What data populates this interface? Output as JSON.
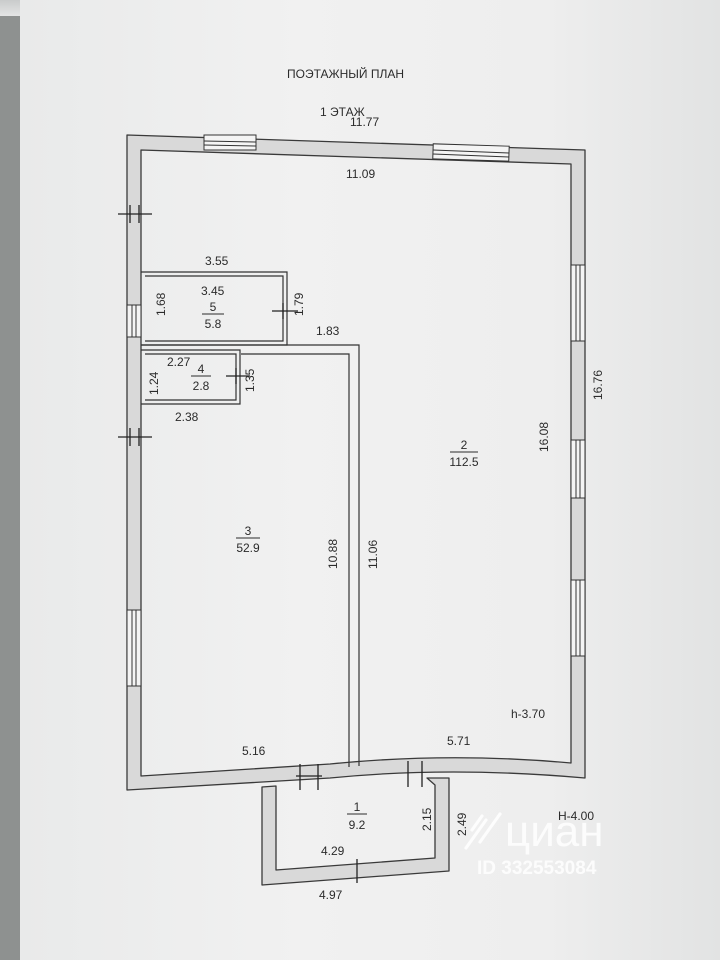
{
  "plan": {
    "title": "ПОЭТАЖНЫЙ ПЛАН",
    "floor": "1 ЭТАЖ"
  },
  "rooms": [
    {
      "number": "1",
      "area": "9.2"
    },
    {
      "number": "2",
      "area": "112.5"
    },
    {
      "number": "3",
      "area": "52.9"
    },
    {
      "number": "4",
      "area": "2.8"
    },
    {
      "number": "5",
      "area": "5.8"
    }
  ],
  "dims": {
    "outer_top": "11.77",
    "inner_top": "11.09",
    "outer_right": "16.76",
    "inner_right": "16.08",
    "r5_top_outer": "3.55",
    "r5_top_inner": "3.45",
    "r5_left": "1.68",
    "r5_right": "1.79",
    "r2_step": "1.83",
    "r4_top": "2.27",
    "r4_left": "1.24",
    "r4_right": "1.35",
    "r4_bottom": "2.38",
    "r3_right": "10.88",
    "r2_left": "11.06",
    "r3_bottom": "5.16",
    "r2_bottom": "5.71",
    "r1_right_inner": "2.15",
    "r1_right_outer": "2.49",
    "r1_bottom_inner": "4.29",
    "r1_bottom_outer": "4.97"
  },
  "heights": {
    "h_inner": "h-3.70",
    "h_outer": "H-4.00"
  },
  "watermark": {
    "brand": "циан",
    "id": "ID 332553084"
  },
  "colors": {
    "wall": "#9a9a9a",
    "line": "#2f2f2f",
    "paper": "#efefef"
  }
}
